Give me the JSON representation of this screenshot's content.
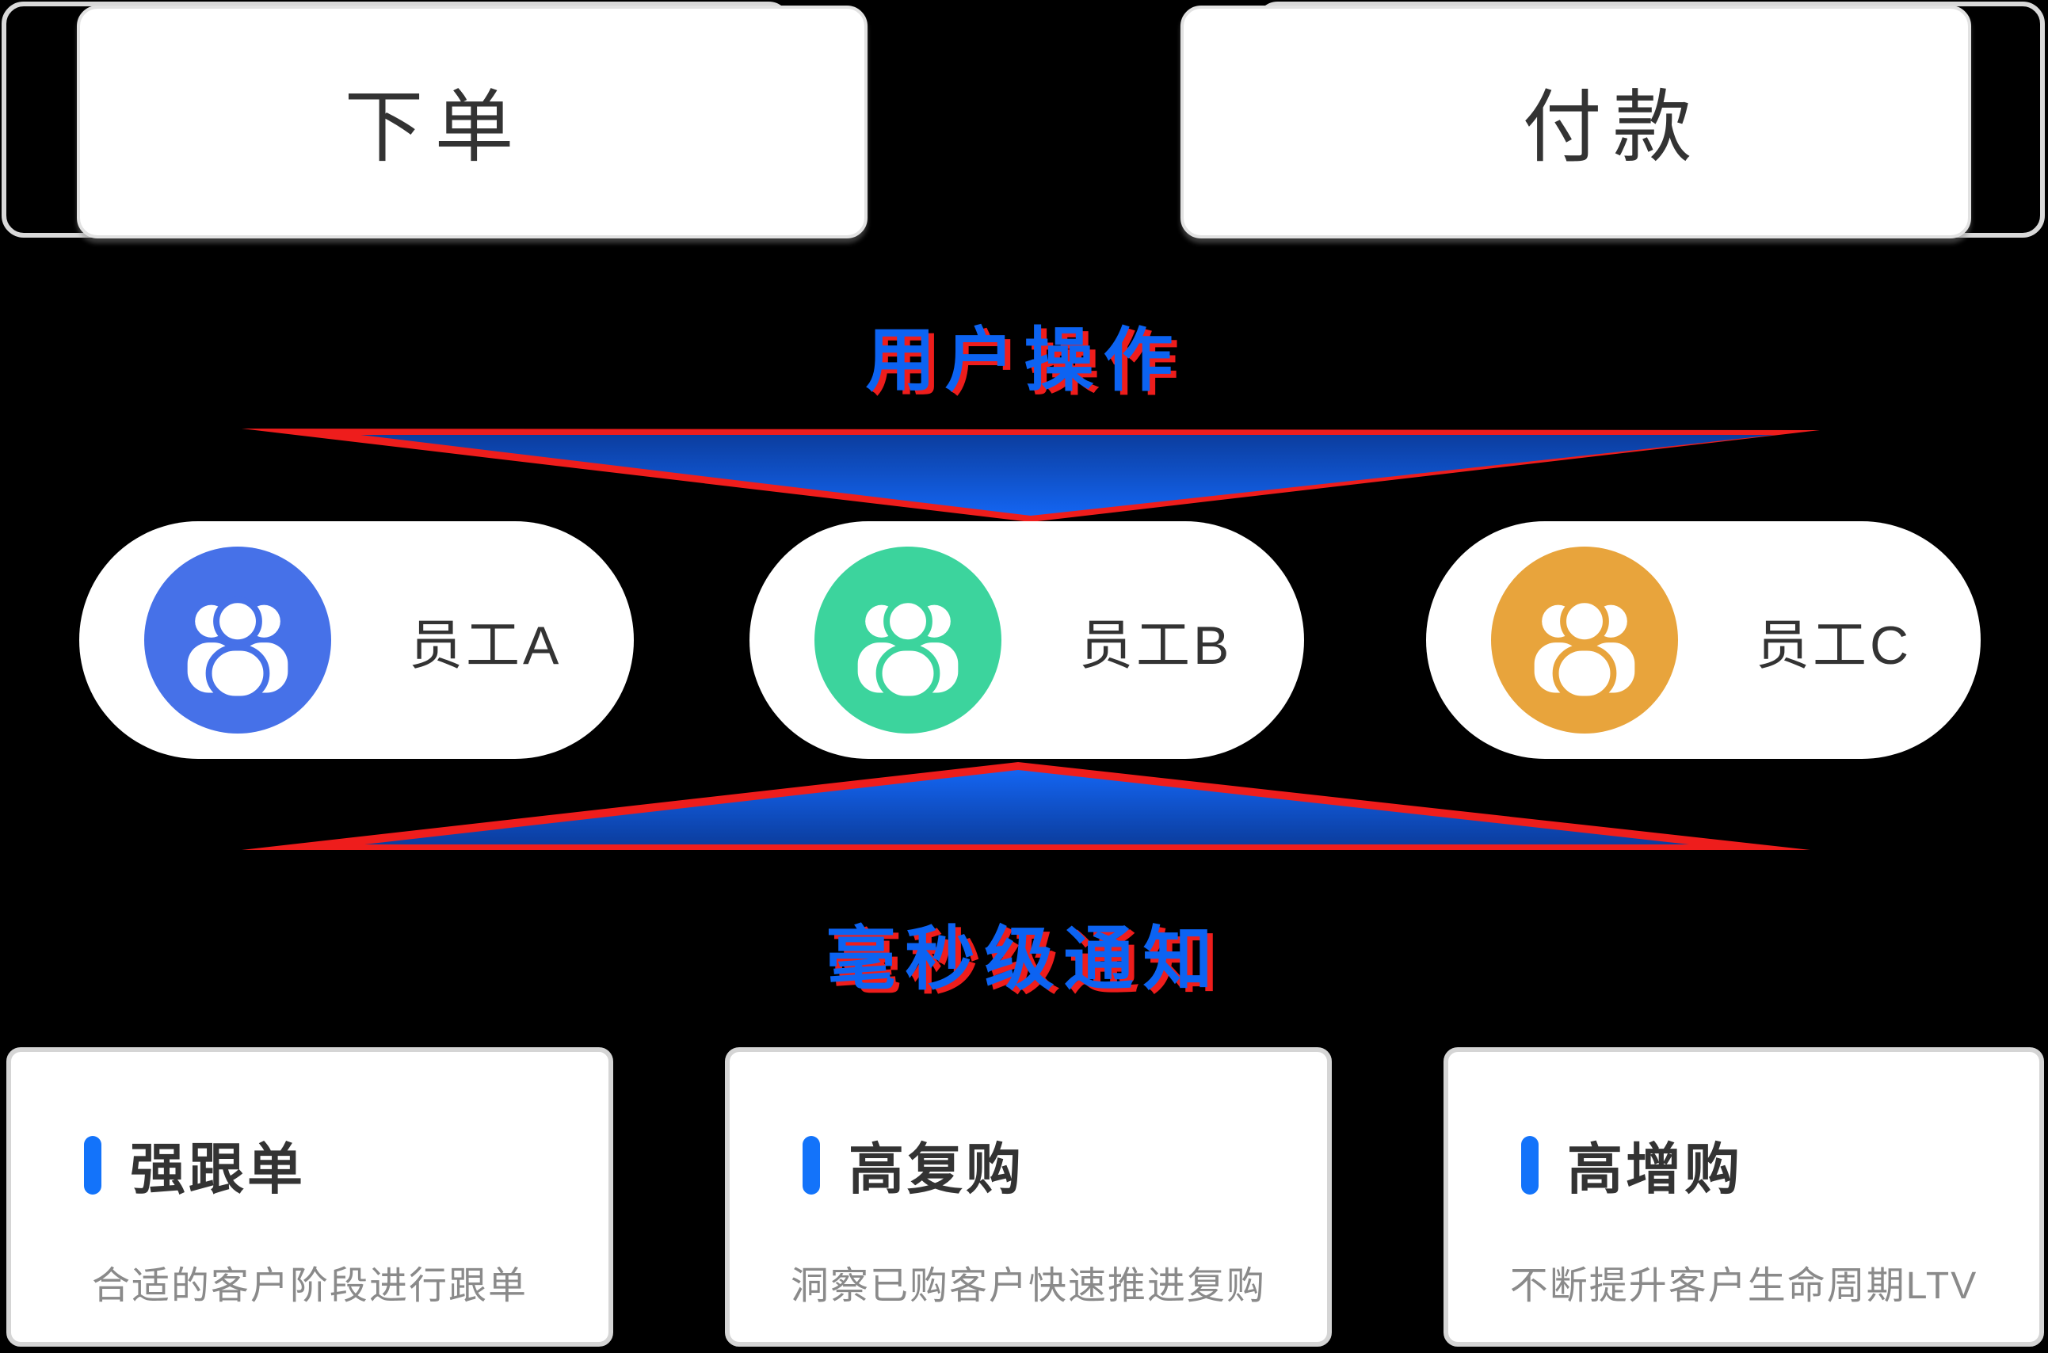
{
  "top_boxes": [
    {
      "label": "下单"
    },
    {
      "label": "付款"
    }
  ],
  "flow": {
    "top_banner": "用户操作",
    "bottom_banner": "毫秒级通知"
  },
  "employees": [
    {
      "label": "员工A",
      "color": "#4671e8"
    },
    {
      "label": "员工B",
      "color": "#3cd49d"
    },
    {
      "label": "员工C",
      "color": "#e8a43c"
    }
  ],
  "cards": [
    {
      "title": "强跟单",
      "desc": "合适的客户阶段进行跟单"
    },
    {
      "title": "高复购",
      "desc": "洞察已购客户快速推进复购"
    },
    {
      "title": "高增购",
      "desc": "不断提升客户生命周期LTV"
    }
  ],
  "colors": {
    "background": "#000000",
    "arrow_red": "#ee1d1c",
    "arrow_blue_dark": "#0b3d9e",
    "arrow_blue_bright": "#1465f2",
    "banner_text_blue": "#0c63f2",
    "banner_shadow_red": "#ee1d1c",
    "card_accent_blue": "#1373fa",
    "title_text": "#333333",
    "desc_text": "#8a8a8a",
    "border_gray": "#d9d9d9"
  }
}
